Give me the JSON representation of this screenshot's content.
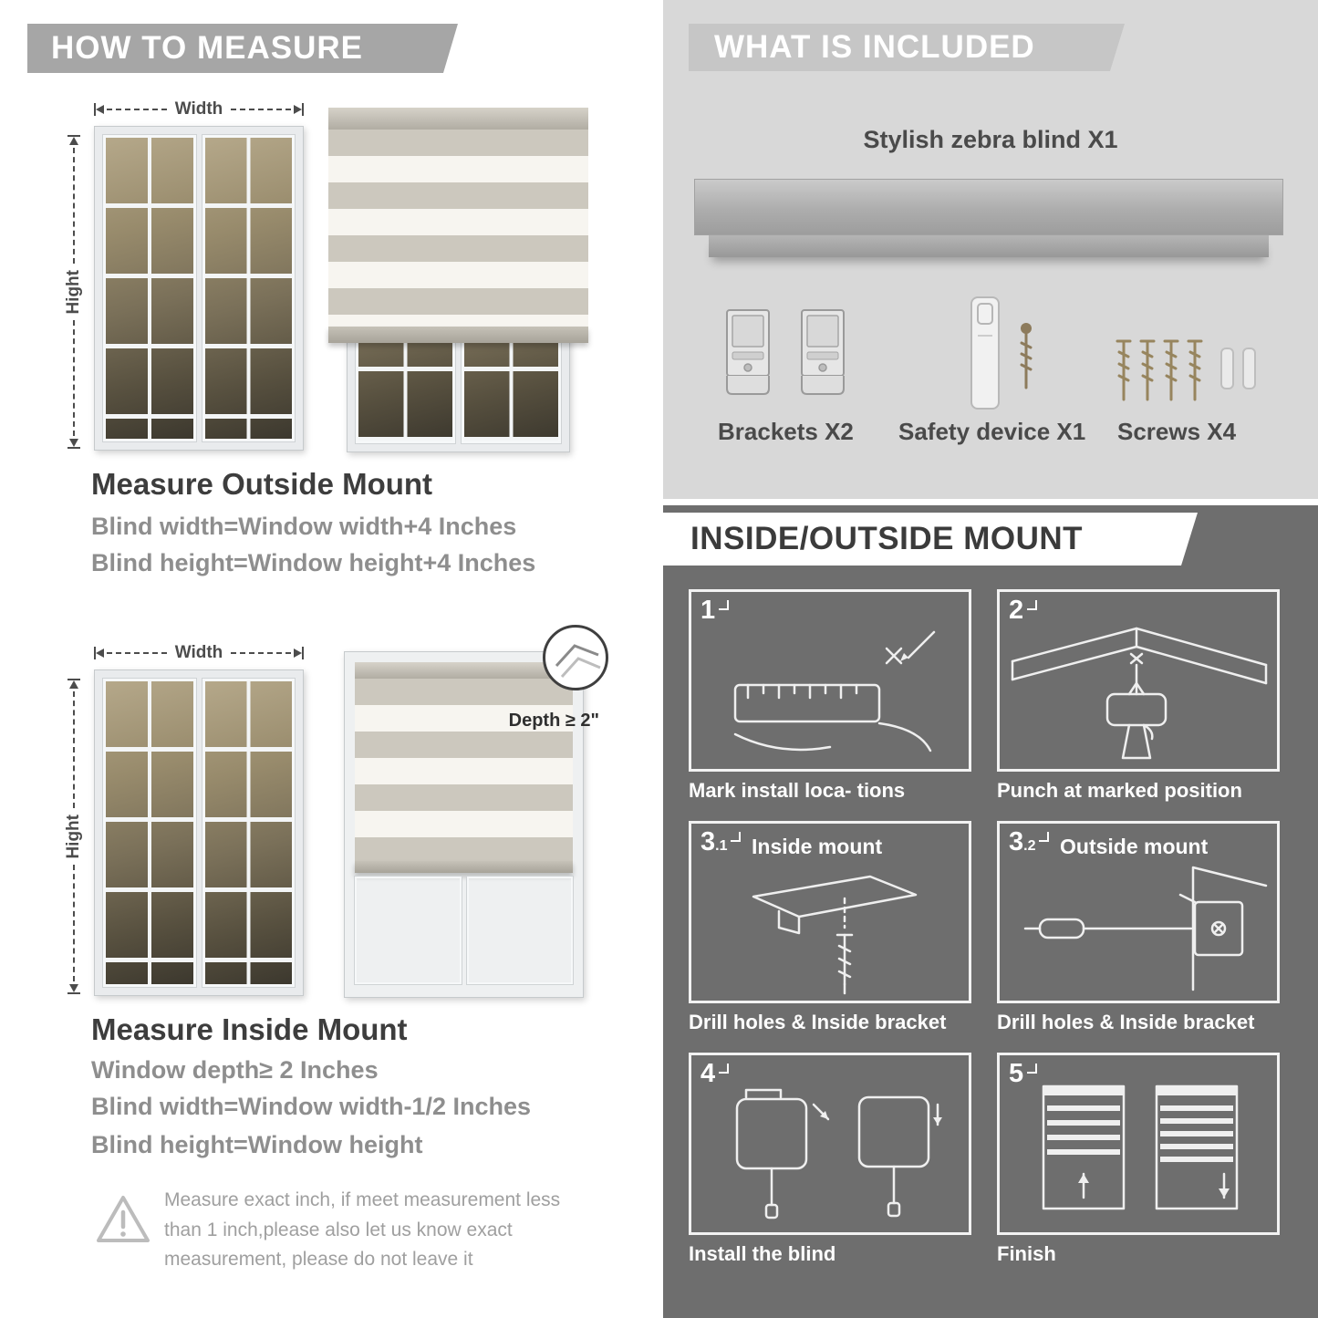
{
  "left": {
    "header": "HOW TO MEASURE",
    "labels": {
      "width": "Width",
      "height": "Hight",
      "depth": "Depth ≥ 2\""
    },
    "outside": {
      "title": "Measure Outside Mount",
      "lines": [
        "Blind width=Window width+4 Inches",
        "Blind height=Window height+4 Inches"
      ]
    },
    "inside": {
      "title": "Measure Inside Mount",
      "lines": [
        "Window depth≥ 2 Inches",
        "Blind width=Window width-1/2 Inches",
        "Blind height=Window height"
      ]
    },
    "warning_text": "Measure exact inch, if meet measurement less than 1 inch,please also let us know exact measurement, please do not leave it"
  },
  "right": {
    "included": {
      "header": "WHAT IS INCLUDED",
      "product_label": "Stylish zebra blind X1",
      "items": [
        {
          "label": "Brackets X2"
        },
        {
          "label": "Safety device X1"
        },
        {
          "label": "Screws X4"
        }
      ]
    },
    "mount": {
      "header": "INSIDE/OUTSIDE MOUNT",
      "steps": [
        {
          "num_main": "1",
          "num_sub": "",
          "panel_title": "",
          "caption": "Mark install loca- tions"
        },
        {
          "num_main": "2",
          "num_sub": "",
          "panel_title": "",
          "caption": "Punch at marked position"
        },
        {
          "num_main": "3",
          "num_sub": ".1",
          "panel_title": "Inside mount",
          "caption": "Drill holes & Inside bracket"
        },
        {
          "num_main": "3",
          "num_sub": ".2",
          "panel_title": "Outside mount",
          "caption": "Drill holes & Inside bracket"
        },
        {
          "num_main": "4",
          "num_sub": "",
          "panel_title": "",
          "caption": "Install the blind"
        },
        {
          "num_main": "5",
          "num_sub": "",
          "panel_title": "",
          "caption": "Finish"
        }
      ]
    }
  },
  "colors": {
    "banner_gray": "#a6a6a6",
    "light_section": "#d8d8d8",
    "dark_section": "#6e6e6e",
    "dark_text": "#3d3d3d",
    "muted_text": "#8e8e8e"
  }
}
